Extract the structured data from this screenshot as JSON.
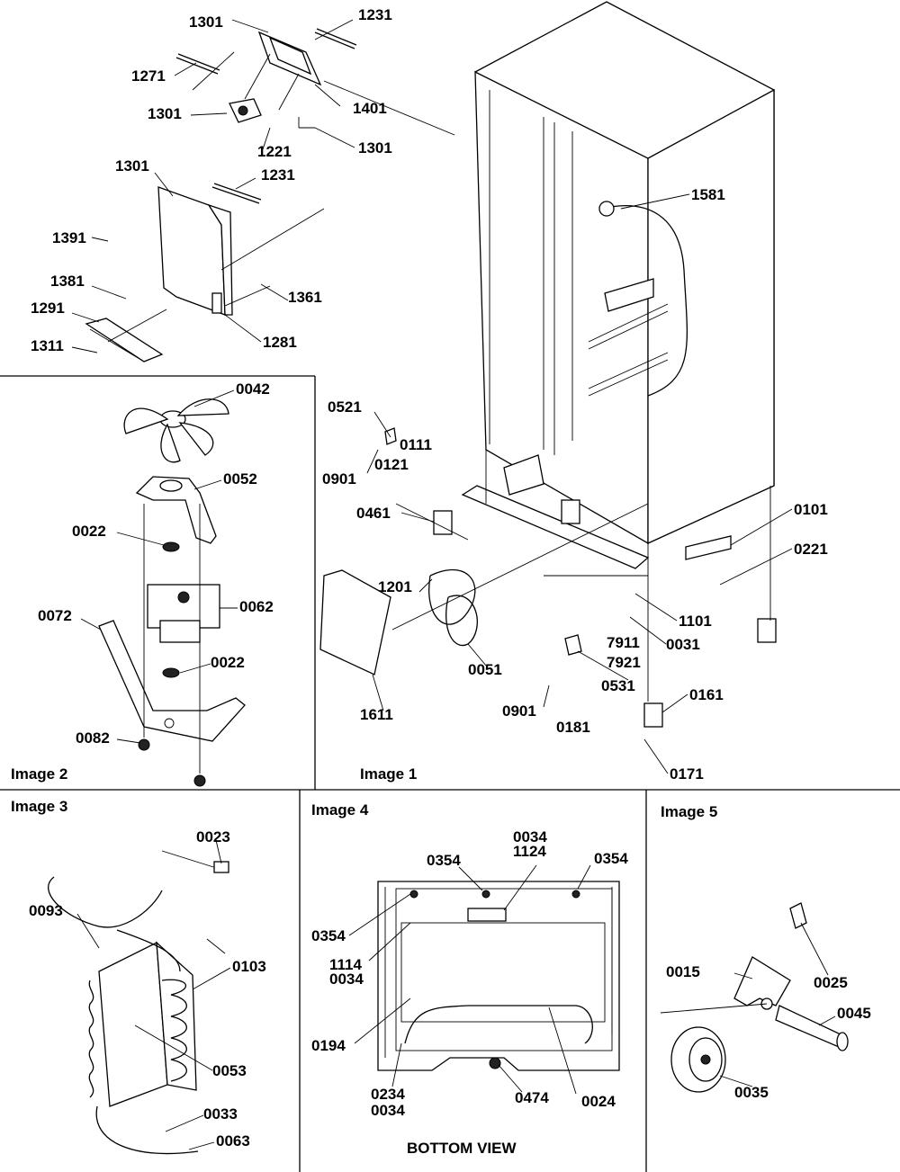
{
  "panels": {
    "image1": {
      "caption": "Image 1"
    },
    "image2": {
      "caption": "Image 2"
    },
    "image3": {
      "caption": "Image 3"
    },
    "image4": {
      "caption": "Image 4",
      "subtitle": "BOTTOM VIEW"
    },
    "image5": {
      "caption": "Image 5"
    }
  },
  "callouts": {
    "p1301a": "1301",
    "p1231a": "1231",
    "p1271": "1271",
    "p1301b": "1301",
    "p1401": "1401",
    "p1221": "1221",
    "p1301c": "1301",
    "p1301d": "1301",
    "p1231b": "1231",
    "p1391": "1391",
    "p1381": "1381",
    "p1361": "1361",
    "p1291": "1291",
    "p1311": "1311",
    "p1281": "1281",
    "p1581": "1581",
    "p0521": "0521",
    "p0111": "0111",
    "p0121": "0121",
    "p0901a": "0901",
    "p0461": "0461",
    "p0101": "0101",
    "p0221": "0221",
    "p1201": "1201",
    "p1101": "1101",
    "p0031": "0031",
    "p7911": "7911",
    "p7921": "7921",
    "p0051": "0051",
    "p0531": "0531",
    "p0901b": "0901",
    "p0161": "0161",
    "p0181": "0181",
    "p1611": "1611",
    "p0171": "0171",
    "p0042": "0042",
    "p0052": "0052",
    "p0022a": "0022",
    "p0062": "0062",
    "p0072": "0072",
    "p0022b": "0022",
    "p0082": "0082",
    "p0023": "0023",
    "p0093": "0093",
    "p0103": "0103",
    "p0053": "0053",
    "p0033": "0033",
    "p0063": "0063",
    "p0034a": "0034",
    "p1124": "1124",
    "p0354a": "0354",
    "p0354b": "0354",
    "p0354c": "0354",
    "p1114": "1114",
    "p0034b": "0034",
    "p0194": "0194",
    "p0234": "0234",
    "p0034c": "0034",
    "p0474": "0474",
    "p0024": "0024",
    "p0015": "0015",
    "p0025": "0025",
    "p0045": "0045",
    "p0035": "0035"
  }
}
